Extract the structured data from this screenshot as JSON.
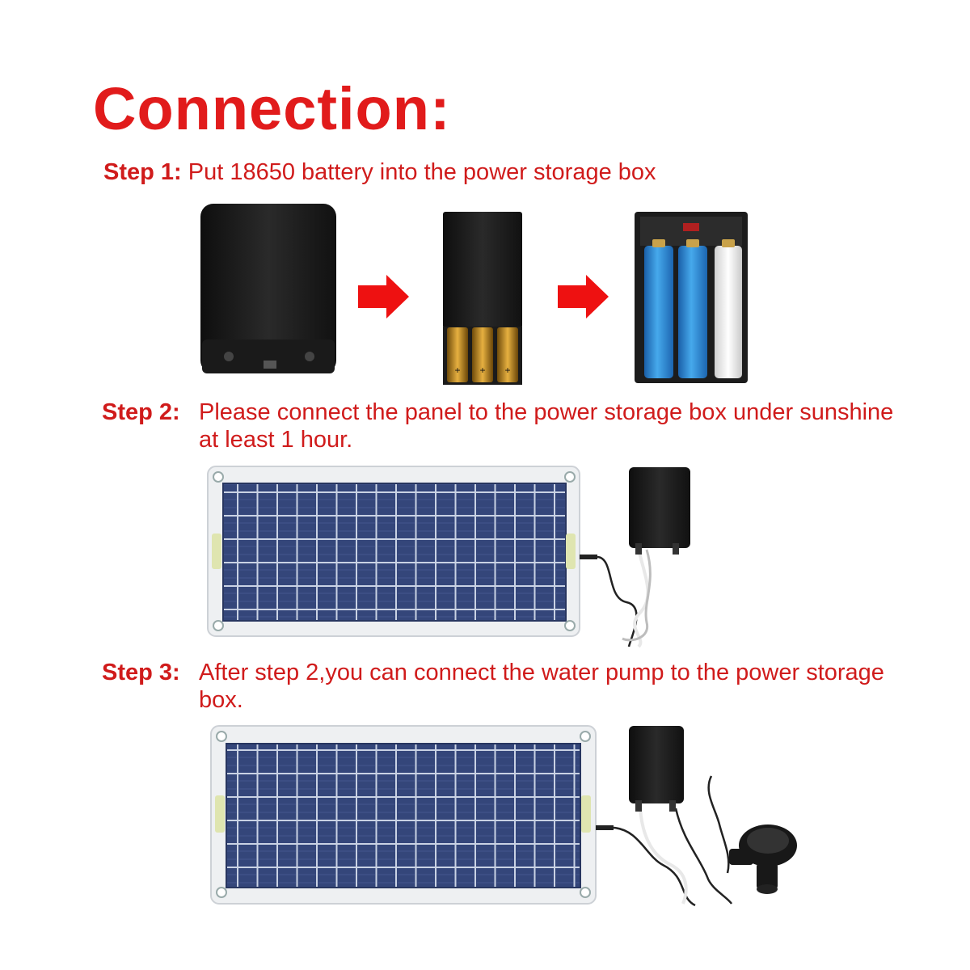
{
  "title": "Connection:",
  "steps": [
    {
      "label": "Step 1:",
      "text": "Put 18650 battery into the power storage box"
    },
    {
      "label": "Step 2:",
      "text": "Please connect the panel to the power storage box under sunshine at least 1 hour."
    },
    {
      "label": "Step 3:",
      "text": "After step 2,you can connect the water pump to the power storage box."
    }
  ],
  "colors": {
    "text_red": "#d01b1b",
    "arrow_red": "#ee1111",
    "box_black": "#1c1c1c",
    "battery_blue": "#2a8ad6",
    "panel_cell": "#2e3f6e",
    "panel_frame": "#eef0f2"
  }
}
